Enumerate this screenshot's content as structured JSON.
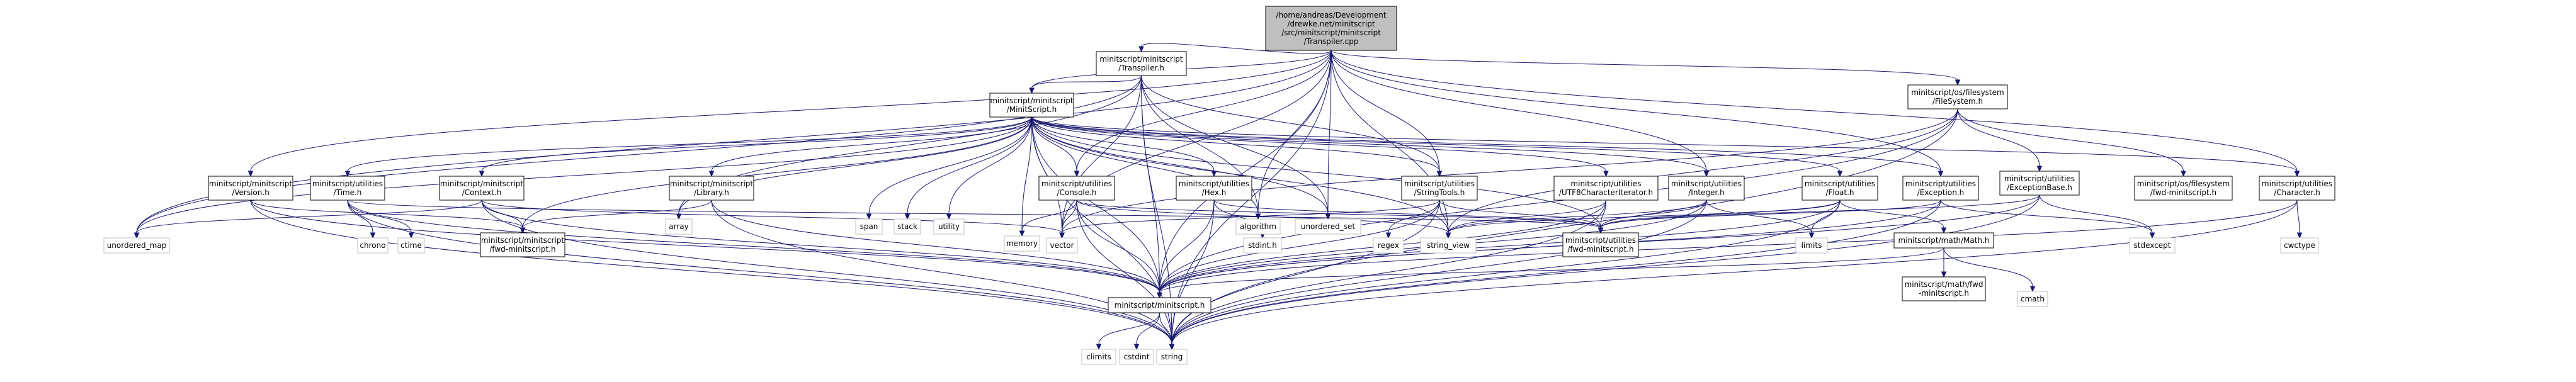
{
  "colors": {
    "edge": "#191970",
    "root_fill": "#bfbfbf",
    "node_fill": "#ffffff",
    "node_stroke": "#000000",
    "external_stroke": "#bfbfbf",
    "text": "#000000"
  },
  "nodes": {
    "root": {
      "lines": [
        "/home/andreas/Development",
        "/drewke.net/minitscript",
        "/src/minitscript/minitscript",
        "/Transpiler.cpp"
      ],
      "kind": "root"
    },
    "transpiler_h": {
      "lines": [
        "minitscript/minitscript",
        "/Transpiler.h"
      ],
      "kind": "local"
    },
    "minitscript_h": {
      "lines": [
        "minitscript/minitscript",
        "/MinitScript.h"
      ],
      "kind": "local"
    },
    "filesystem_h": {
      "lines": [
        "minitscript/os/filesystem",
        "/FileSystem.h"
      ],
      "kind": "local"
    },
    "version_h": {
      "lines": [
        "minitscript/minitscript",
        "/Version.h"
      ],
      "kind": "local"
    },
    "time_h": {
      "lines": [
        "minitscript/utilities",
        "/Time.h"
      ],
      "kind": "local"
    },
    "context_h": {
      "lines": [
        "minitscript/minitscript",
        "/Context.h"
      ],
      "kind": "local"
    },
    "library_h": {
      "lines": [
        "minitscript/minitscript",
        "/Library.h"
      ],
      "kind": "local"
    },
    "console_h": {
      "lines": [
        "minitscript/utilities",
        "/Console.h"
      ],
      "kind": "local"
    },
    "hex_h": {
      "lines": [
        "minitscript/utilities",
        "/Hex.h"
      ],
      "kind": "local"
    },
    "stringtools_h": {
      "lines": [
        "minitscript/utilities",
        "/StringTools.h"
      ],
      "kind": "local"
    },
    "utf8_h": {
      "lines": [
        "minitscript/utilities",
        "/UTF8CharacterIterator.h"
      ],
      "kind": "local"
    },
    "integer_h": {
      "lines": [
        "minitscript/utilities",
        "/Integer.h"
      ],
      "kind": "local"
    },
    "float_h": {
      "lines": [
        "minitscript/utilities",
        "/Float.h"
      ],
      "kind": "local"
    },
    "exception_h": {
      "lines": [
        "minitscript/utilities",
        "/Exception.h"
      ],
      "kind": "local"
    },
    "exceptionbase_h": {
      "lines": [
        "minitscript/utilities",
        "/ExceptionBase.h"
      ],
      "kind": "local"
    },
    "fwd_fs_h": {
      "lines": [
        "minitscript/os/filesystem",
        "/fwd-minitscript.h"
      ],
      "kind": "local"
    },
    "character_h": {
      "lines": [
        "minitscript/utilities",
        "/Character.h"
      ],
      "kind": "local"
    },
    "fwd_mm_h": {
      "lines": [
        "minitscript/minitscript",
        "/fwd-minitscript.h"
      ],
      "kind": "local"
    },
    "fwd_util_h": {
      "lines": [
        "minitscript/utilities",
        "/fwd-minitscript.h"
      ],
      "kind": "local"
    },
    "math_h": {
      "lines": [
        "minitscript/math/Math.h"
      ],
      "kind": "local"
    },
    "fwd_math_h": {
      "lines": [
        "minitscript/math/fwd",
        "-minitscript.h"
      ],
      "kind": "local"
    },
    "mm_h": {
      "lines": [
        "minitscript/minitscript.h"
      ],
      "kind": "local"
    },
    "unordered_map": {
      "lines": [
        "unordered_map"
      ],
      "kind": "system"
    },
    "array": {
      "lines": [
        "array"
      ],
      "kind": "system"
    },
    "span": {
      "lines": [
        "span"
      ],
      "kind": "system"
    },
    "stack": {
      "lines": [
        "stack"
      ],
      "kind": "system"
    },
    "utility": {
      "lines": [
        "utility"
      ],
      "kind": "system"
    },
    "algorithm": {
      "lines": [
        "algorithm"
      ],
      "kind": "system"
    },
    "unordered_set": {
      "lines": [
        "unordered_set"
      ],
      "kind": "system"
    },
    "chrono": {
      "lines": [
        "chrono"
      ],
      "kind": "system"
    },
    "ctime": {
      "lines": [
        "ctime"
      ],
      "kind": "system"
    },
    "memory": {
      "lines": [
        "memory"
      ],
      "kind": "system"
    },
    "vector": {
      "lines": [
        "vector"
      ],
      "kind": "system"
    },
    "stdint": {
      "lines": [
        "stdint.h"
      ],
      "kind": "system"
    },
    "regex": {
      "lines": [
        "regex"
      ],
      "kind": "system"
    },
    "string_view": {
      "lines": [
        "string_view"
      ],
      "kind": "system"
    },
    "limits": {
      "lines": [
        "limits"
      ],
      "kind": "system"
    },
    "stdexcept": {
      "lines": [
        "stdexcept"
      ],
      "kind": "system"
    },
    "cwctype": {
      "lines": [
        "cwctype"
      ],
      "kind": "system"
    },
    "cmath": {
      "lines": [
        "cmath"
      ],
      "kind": "system"
    },
    "climits": {
      "lines": [
        "climits"
      ],
      "kind": "system"
    },
    "cstdint": {
      "lines": [
        "cstdint"
      ],
      "kind": "system"
    },
    "string": {
      "lines": [
        "string"
      ],
      "kind": "system"
    }
  },
  "edges": [
    [
      "root",
      "transpiler_h"
    ],
    [
      "root",
      "minitscript_h"
    ],
    [
      "root",
      "filesystem_h"
    ],
    [
      "root",
      "version_h"
    ],
    [
      "root",
      "console_h"
    ],
    [
      "root",
      "stringtools_h"
    ],
    [
      "root",
      "integer_h"
    ],
    [
      "root",
      "exception_h"
    ],
    [
      "root",
      "character_h"
    ],
    [
      "root",
      "algorithm"
    ],
    [
      "root",
      "unordered_set"
    ],
    [
      "root",
      "unordered_map"
    ],
    [
      "root",
      "vector"
    ],
    [
      "root",
      "string_view"
    ],
    [
      "root",
      "mm_h"
    ],
    [
      "root",
      "string"
    ],
    [
      "transpiler_h",
      "minitscript_h"
    ],
    [
      "transpiler_h",
      "stringtools_h"
    ],
    [
      "transpiler_h",
      "algorithm"
    ],
    [
      "transpiler_h",
      "unordered_set"
    ],
    [
      "transpiler_h",
      "unordered_map"
    ],
    [
      "transpiler_h",
      "array"
    ],
    [
      "transpiler_h",
      "vector"
    ],
    [
      "transpiler_h",
      "mm_h"
    ],
    [
      "transpiler_h",
      "string"
    ],
    [
      "minitscript_h",
      "time_h"
    ],
    [
      "minitscript_h",
      "context_h"
    ],
    [
      "minitscript_h",
      "library_h"
    ],
    [
      "minitscript_h",
      "console_h"
    ],
    [
      "minitscript_h",
      "hex_h"
    ],
    [
      "minitscript_h",
      "stringtools_h"
    ],
    [
      "minitscript_h",
      "utf8_h"
    ],
    [
      "minitscript_h",
      "integer_h"
    ],
    [
      "minitscript_h",
      "float_h"
    ],
    [
      "minitscript_h",
      "exception_h"
    ],
    [
      "minitscript_h",
      "character_h"
    ],
    [
      "minitscript_h",
      "fwd_mm_h"
    ],
    [
      "minitscript_h",
      "fwd_util_h"
    ],
    [
      "minitscript_h",
      "unordered_map"
    ],
    [
      "minitscript_h",
      "array"
    ],
    [
      "minitscript_h",
      "span"
    ],
    [
      "minitscript_h",
      "stack"
    ],
    [
      "minitscript_h",
      "utility"
    ],
    [
      "minitscript_h",
      "algorithm"
    ],
    [
      "minitscript_h",
      "unordered_set"
    ],
    [
      "minitscript_h",
      "memory"
    ],
    [
      "minitscript_h",
      "vector"
    ],
    [
      "minitscript_h",
      "string_view"
    ],
    [
      "minitscript_h",
      "mm_h"
    ],
    [
      "minitscript_h",
      "string"
    ],
    [
      "filesystem_h",
      "exceptionbase_h"
    ],
    [
      "filesystem_h",
      "fwd_fs_h"
    ],
    [
      "filesystem_h",
      "vector"
    ],
    [
      "filesystem_h",
      "string_view"
    ],
    [
      "filesystem_h",
      "mm_h"
    ],
    [
      "filesystem_h",
      "string"
    ],
    [
      "version_h",
      "fwd_mm_h"
    ],
    [
      "version_h",
      "mm_h"
    ],
    [
      "version_h",
      "string"
    ],
    [
      "time_h",
      "fwd_util_h"
    ],
    [
      "time_h",
      "chrono"
    ],
    [
      "time_h",
      "ctime"
    ],
    [
      "time_h",
      "mm_h"
    ],
    [
      "time_h",
      "string"
    ],
    [
      "context_h",
      "fwd_mm_h"
    ],
    [
      "context_h",
      "unordered_map"
    ],
    [
      "context_h",
      "vector"
    ],
    [
      "context_h",
      "mm_h"
    ],
    [
      "context_h",
      "string"
    ],
    [
      "library_h",
      "fwd_mm_h"
    ],
    [
      "library_h",
      "mm_h"
    ],
    [
      "library_h",
      "string"
    ],
    [
      "console_h",
      "fwd_util_h"
    ],
    [
      "console_h",
      "memory"
    ],
    [
      "console_h",
      "vector"
    ],
    [
      "console_h",
      "string_view"
    ],
    [
      "console_h",
      "mm_h"
    ],
    [
      "console_h",
      "string"
    ],
    [
      "hex_h",
      "fwd_util_h"
    ],
    [
      "hex_h",
      "stdint"
    ],
    [
      "hex_h",
      "mm_h"
    ],
    [
      "hex_h",
      "string"
    ],
    [
      "stringtools_h",
      "fwd_util_h"
    ],
    [
      "stringtools_h",
      "regex"
    ],
    [
      "stringtools_h",
      "vector"
    ],
    [
      "stringtools_h",
      "string_view"
    ],
    [
      "stringtools_h",
      "mm_h"
    ],
    [
      "stringtools_h",
      "string"
    ],
    [
      "utf8_h",
      "fwd_util_h"
    ],
    [
      "utf8_h",
      "string_view"
    ],
    [
      "utf8_h",
      "mm_h"
    ],
    [
      "utf8_h",
      "string"
    ],
    [
      "integer_h",
      "fwd_util_h"
    ],
    [
      "integer_h",
      "limits"
    ],
    [
      "integer_h",
      "string_view"
    ],
    [
      "integer_h",
      "mm_h"
    ],
    [
      "integer_h",
      "string"
    ],
    [
      "float_h",
      "math_h"
    ],
    [
      "float_h",
      "fwd_util_h"
    ],
    [
      "float_h",
      "limits"
    ],
    [
      "float_h",
      "string_view"
    ],
    [
      "float_h",
      "mm_h"
    ],
    [
      "float_h",
      "string"
    ],
    [
      "exception_h",
      "fwd_util_h"
    ],
    [
      "exception_h",
      "stdexcept"
    ],
    [
      "exception_h",
      "mm_h"
    ],
    [
      "exception_h",
      "string"
    ],
    [
      "exceptionbase_h",
      "fwd_util_h"
    ],
    [
      "exceptionbase_h",
      "stdexcept"
    ],
    [
      "exceptionbase_h",
      "mm_h"
    ],
    [
      "exceptionbase_h",
      "string"
    ],
    [
      "character_h",
      "cwctype"
    ],
    [
      "character_h",
      "mm_h"
    ],
    [
      "character_h",
      "string"
    ],
    [
      "math_h",
      "fwd_math_h"
    ],
    [
      "math_h",
      "cmath"
    ],
    [
      "math_h",
      "mm_h"
    ],
    [
      "mm_h",
      "climits"
    ],
    [
      "mm_h",
      "cstdint"
    ],
    [
      "mm_h",
      "string"
    ]
  ]
}
